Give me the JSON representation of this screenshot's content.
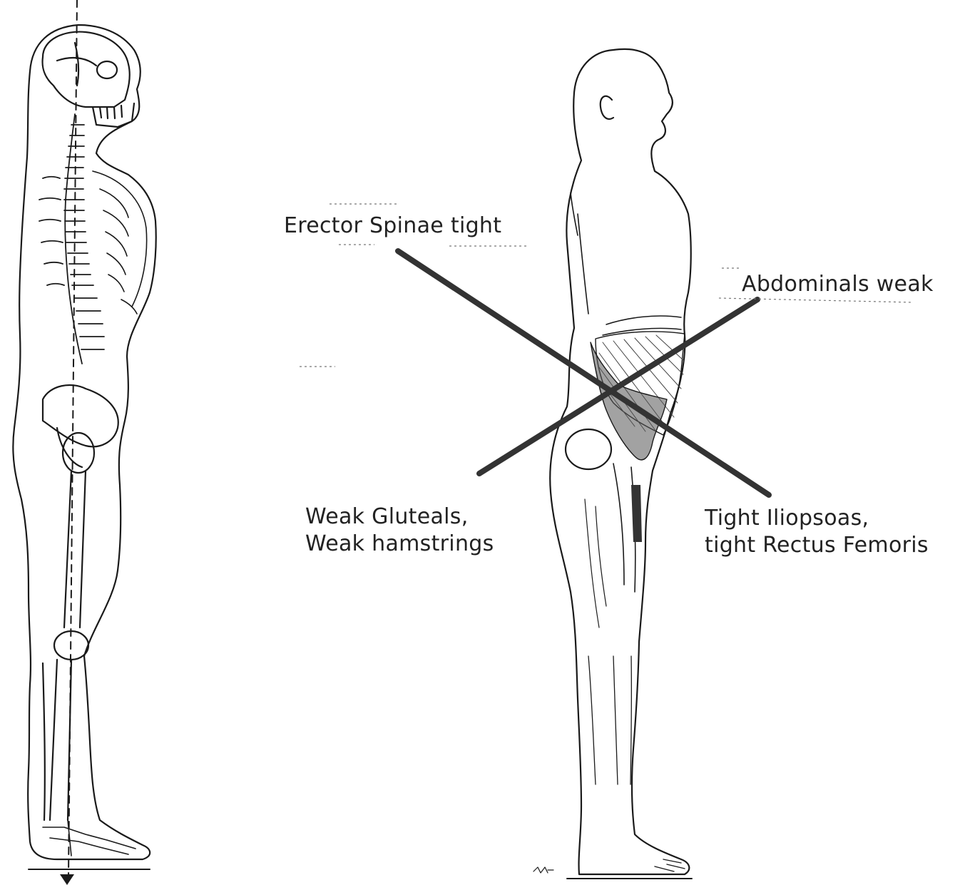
{
  "labels": {
    "erector_spinae": "Erector Spinae tight",
    "abdominals": "Abdominals weak",
    "gluteals_line1": "Weak Gluteals,",
    "gluteals_line2": "Weak hamstrings",
    "iliopsoas_line1": "Tight Iliopsoas,",
    "iliopsoas_line2": "tight Rectus Femoris"
  },
  "colors": {
    "ink": "#1a1a1a",
    "shading": "#555555",
    "background": "#ffffff"
  }
}
